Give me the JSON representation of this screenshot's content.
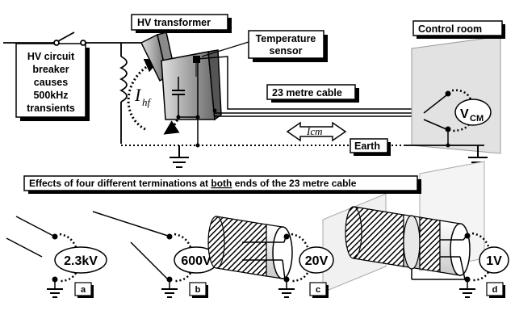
{
  "labels": {
    "breaker": [
      "HV circuit",
      "breaker",
      "causes",
      "500kHz",
      "transients"
    ],
    "transformer": "HV transformer",
    "sensor": [
      "Temperature",
      "sensor"
    ],
    "control_room": "Control room",
    "cable": "23 metre cable",
    "earth": "Earth",
    "ihf_main": "I",
    "ihf_sub": "hf",
    "icm": "Icm",
    "vcm_main": "V",
    "vcm_sub": "CM",
    "effects_pre": "Effects of four different terminations at ",
    "effects_both": "both",
    "effects_post": " ends of the 23 metre cable"
  },
  "terminations": [
    {
      "voltage": "2.3kV",
      "tag": "a"
    },
    {
      "voltage": "600V",
      "tag": "b"
    },
    {
      "voltage": "20V",
      "tag": "c"
    },
    {
      "voltage": "1V",
      "tag": "d"
    }
  ]
}
